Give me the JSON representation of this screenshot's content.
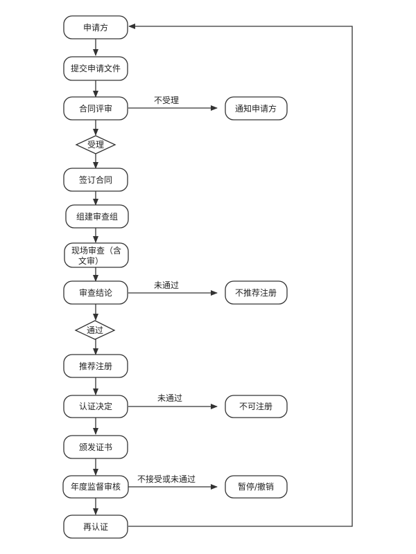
{
  "nodes": {
    "applicant": "申请方",
    "submit": "提交申请文件",
    "contract_review": "合同评审",
    "notify": "通知申请方",
    "accept": "受理",
    "sign": "签订合同",
    "team": "组建审查组",
    "onsite_line1": "现场审查（含",
    "onsite_line2": "文审）",
    "conclusion": "审查结论",
    "not_recommend": "不推荐注册",
    "pass": "通过",
    "recommend": "推荐注册",
    "decision": "认证决定",
    "no_register": "不可注册",
    "issue": "颁发证书",
    "annual": "年度监督审核",
    "suspend": "暂停/撤销",
    "recert": "再认证"
  },
  "edge_labels": {
    "not_accepted": "不受理",
    "failed_review": "未通过",
    "failed_decision": "未通过",
    "failed_annual": "不接受或未通过"
  }
}
